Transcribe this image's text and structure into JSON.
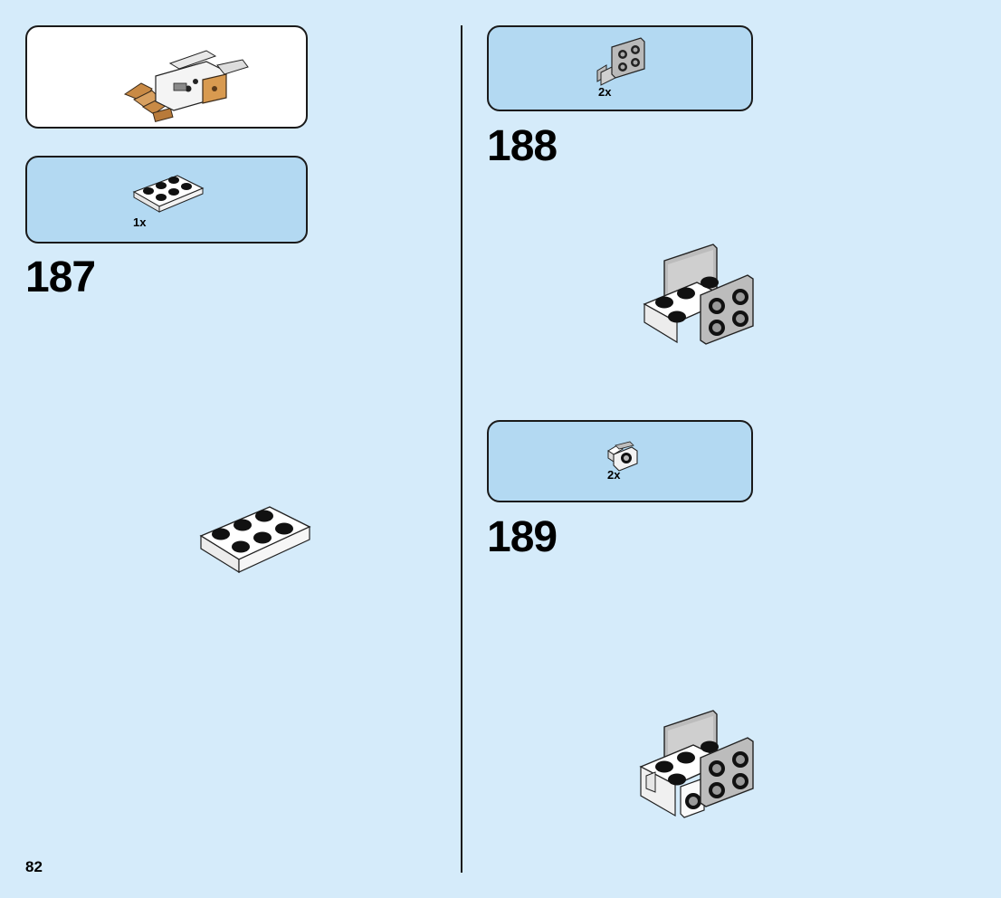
{
  "page_number": "82",
  "left_column": {
    "step_187": {
      "number": "187",
      "parts": [
        {
          "quantity": "1x",
          "icon": "white-plate-2x3-icon"
        }
      ]
    }
  },
  "right_column": {
    "step_188": {
      "number": "188",
      "parts": [
        {
          "quantity": "2x",
          "icon": "gray-bracket-2x2-icon"
        }
      ]
    },
    "step_189": {
      "number": "189",
      "parts": [
        {
          "quantity": "2x",
          "icon": "white-bracket-1x1-with-stud-icon"
        }
      ]
    }
  },
  "colors": {
    "page_background": "#d5ebfa",
    "parts_box": "#b3d9f2",
    "submodel_box": "#ffffff"
  }
}
